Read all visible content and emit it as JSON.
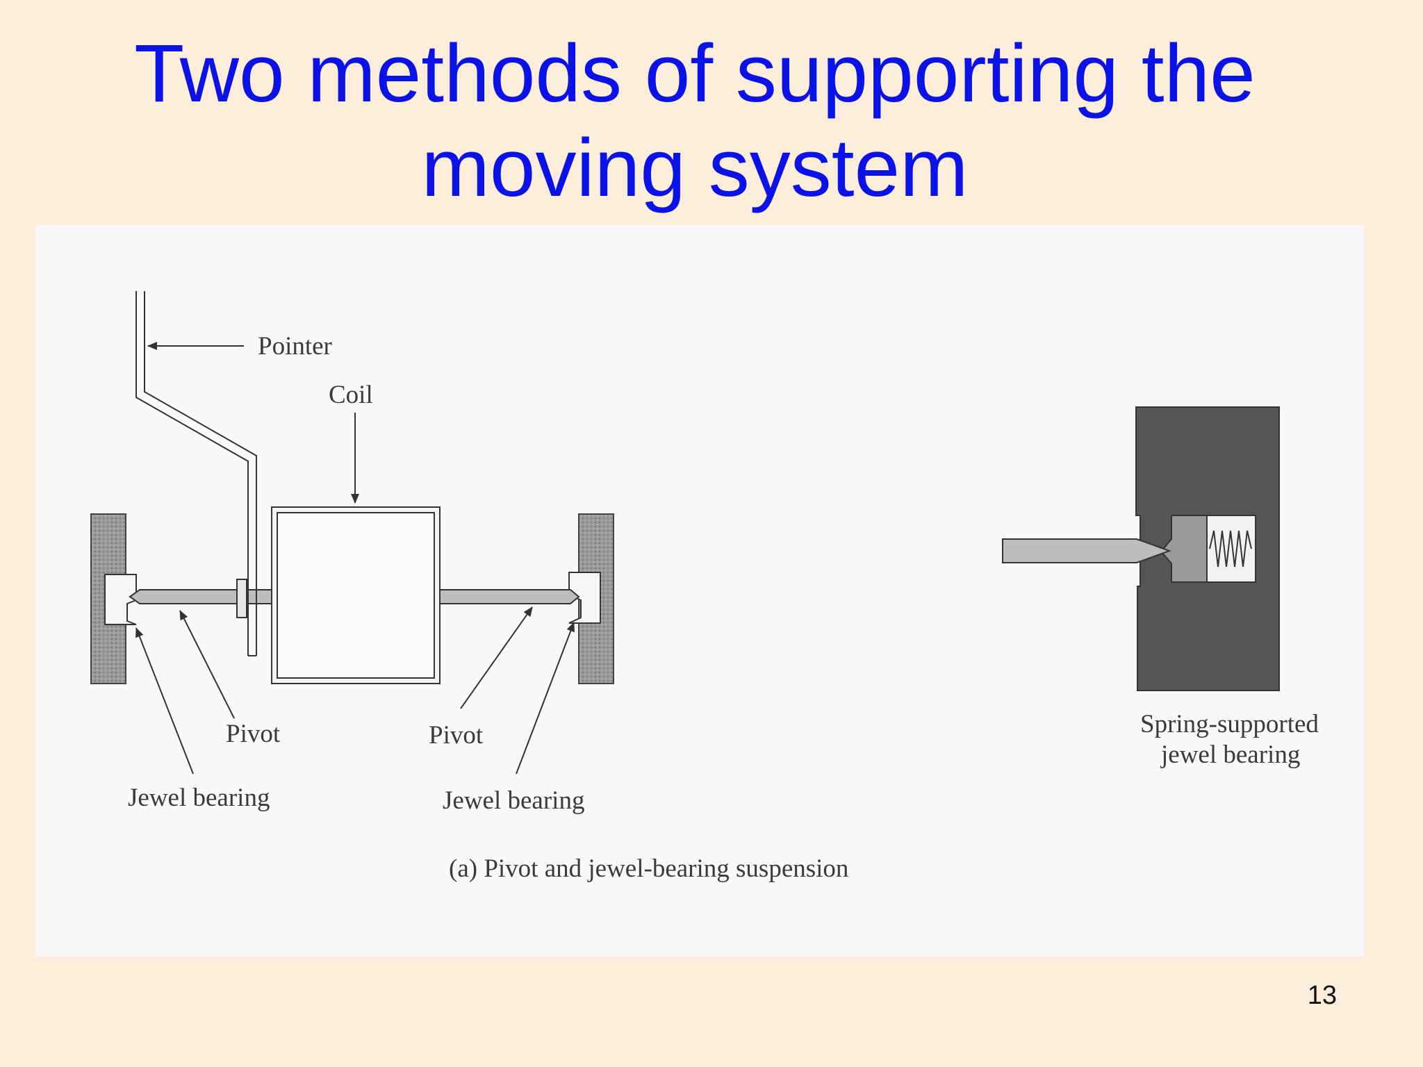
{
  "slide": {
    "title_line1": "Two methods of supporting the",
    "title_line2": "moving system",
    "page_number": "13"
  },
  "figure": {
    "labels": {
      "pointer": "Pointer",
      "coil": "Coil",
      "pivot_left": "Pivot",
      "pivot_right": "Pivot",
      "jewel_left": "Jewel bearing",
      "jewel_right": "Jewel bearing",
      "spring_line1": "Spring-supported",
      "spring_line2": "jewel bearing"
    },
    "caption": "(a)  Pivot and jewel-bearing suspension"
  },
  "colors": {
    "title": "#0a12e8",
    "background": "#fdeedc",
    "figure_bg": "#f9f9f9",
    "ink": "#3a3a3a",
    "dark_block": "#555555",
    "hatch_block": "#8a8a8a"
  }
}
